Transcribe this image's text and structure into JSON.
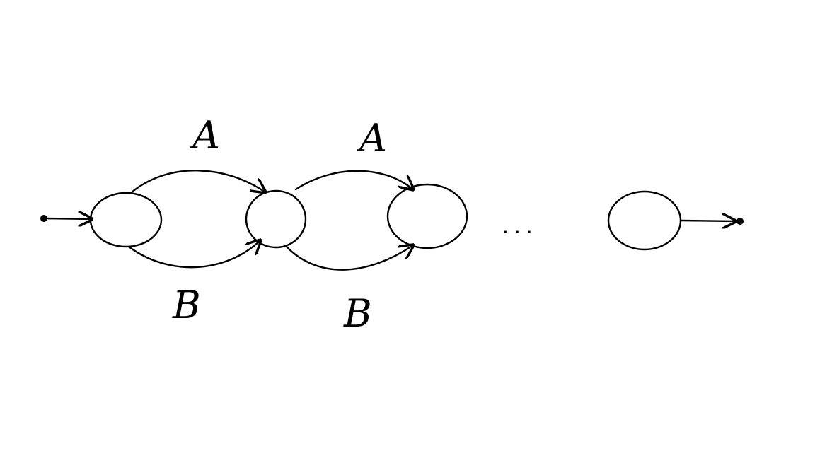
{
  "diagram": {
    "edge_labels": {
      "top_first": "A",
      "top_second": "A",
      "bottom_first": "B",
      "bottom_second": "B"
    },
    "continuation": "...",
    "colors": {
      "ink": "#000000",
      "background": "#ffffff"
    }
  }
}
